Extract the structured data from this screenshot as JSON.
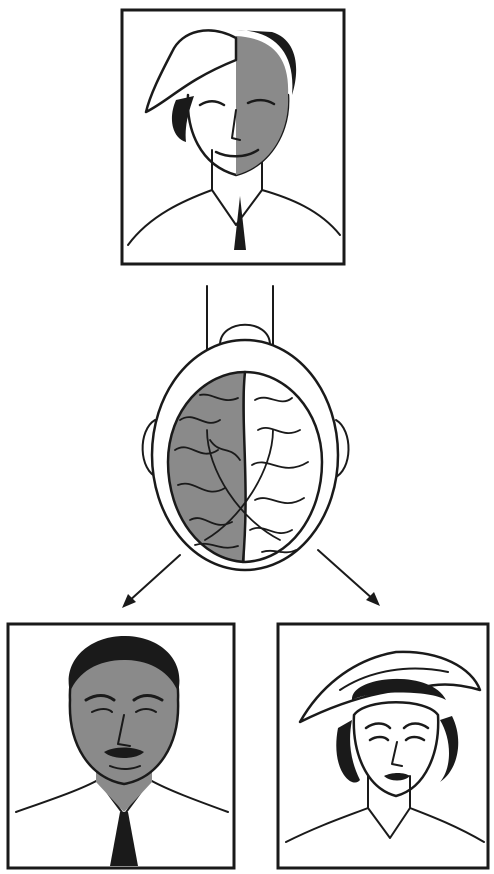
{
  "colors": {
    "ink": "#1a1a1a",
    "shade": "#8a8a8a",
    "paper": "#ffffff"
  },
  "panels": {
    "top": {
      "subject": "composite-face-nurse-and-man",
      "icon": "composite-face-icon"
    },
    "bottom_left": {
      "subject": "man-face-shaded",
      "icon": "man-face-icon"
    },
    "bottom_right": {
      "subject": "nurse-face",
      "icon": "nurse-face-icon"
    }
  },
  "brain": {
    "icon": "brain-top-view-icon",
    "left_hemisphere": "shaded",
    "right_hemisphere": "unshaded"
  },
  "arrows": [
    "arrow-to-left-panel-icon",
    "arrow-to-right-panel-icon"
  ]
}
